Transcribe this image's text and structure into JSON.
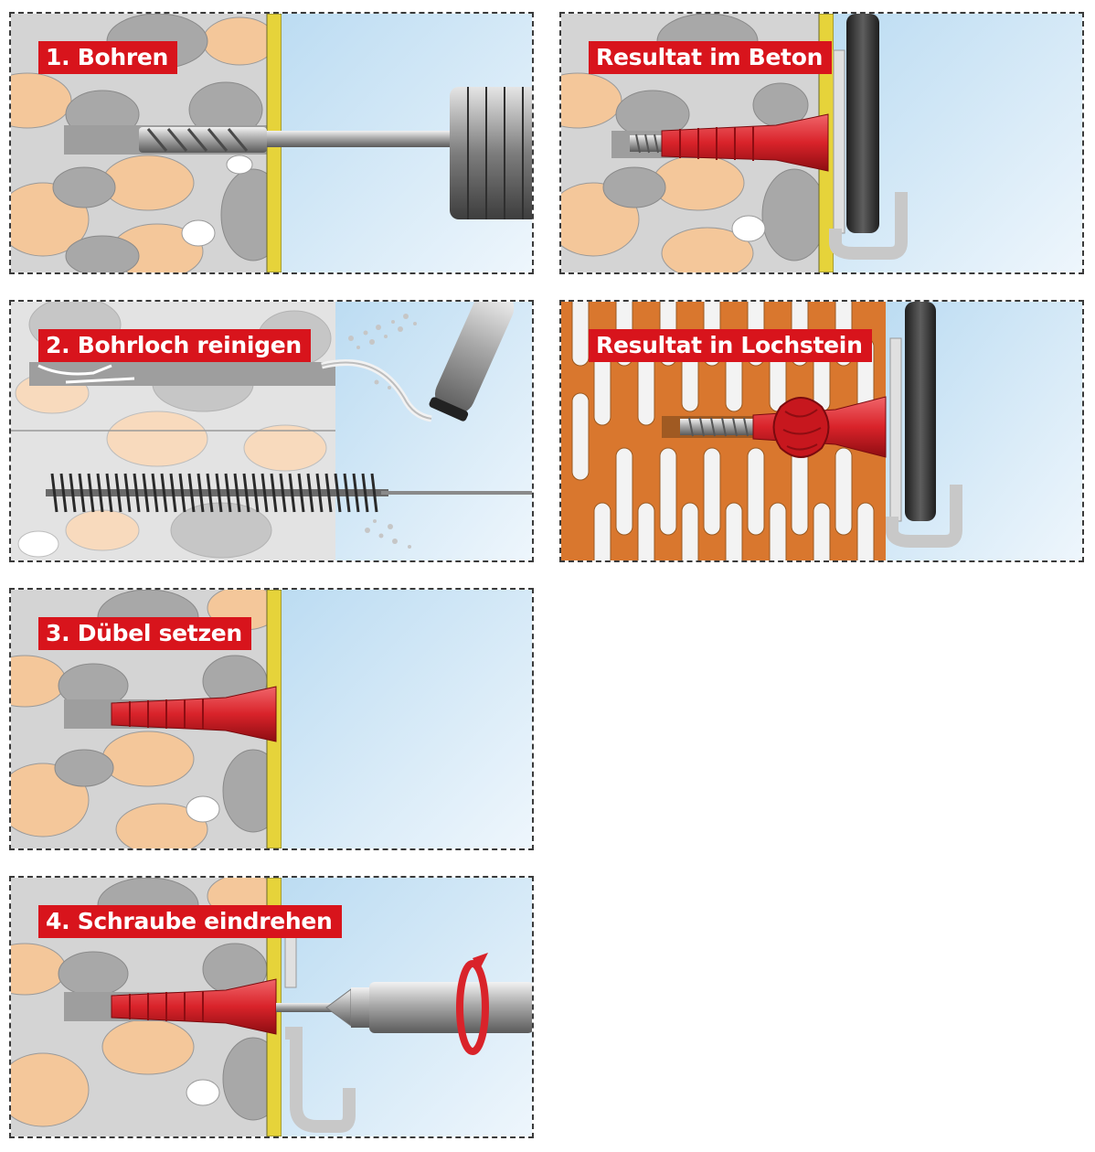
{
  "steps": {
    "drill": "1. Bohren",
    "clean": "2. Bohrloch reinigen",
    "insert": "3. Dübel setzen",
    "screw": "4. Schraube eindrehen"
  },
  "results": {
    "concrete": "Resultat im Beton",
    "perforated_brick": "Resultat in Lochstein"
  },
  "colors": {
    "label_bg": "#d8141c",
    "concrete": "#d4d4d4",
    "plaster": "#e6d33a",
    "sky": "#cfe6f5",
    "dowel": "#d9232a",
    "brick": "#d9772e"
  }
}
